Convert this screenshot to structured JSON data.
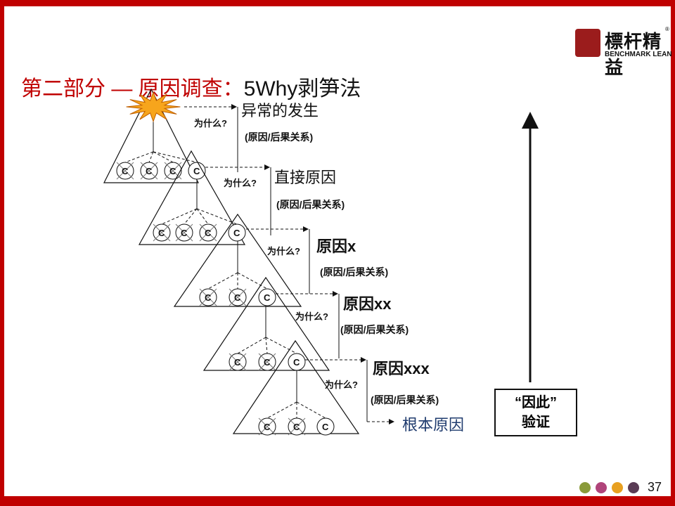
{
  "title": {
    "red": "第二部分 — 原因调查：",
    "black": "5Why剥笋法"
  },
  "logo": {
    "cn": "標杆精益",
    "en": "BENCHMARK LEAN",
    "reg": "®"
  },
  "why_label": "为什么?",
  "cause_letter": "C",
  "levels": [
    {
      "label": "异常的发生",
      "relation": "(原因/后果关系)"
    },
    {
      "label": "直接原因",
      "relation": "(原因/后果关系)"
    },
    {
      "label": "原因x",
      "relation": "(原因/后果关系)"
    },
    {
      "label": "原因xx",
      "relation": "(原因/后果关系)"
    },
    {
      "label": "原因xxx",
      "relation": "(原因/后果关系)"
    }
  ],
  "root_cause": "根本原因",
  "conclusion": {
    "line1": "“因此”",
    "line2": "验证"
  },
  "page_number": "37",
  "colors": {
    "frame": "#c00000",
    "dots": [
      "#8a9a3a",
      "#b0447a",
      "#e8a020",
      "#5a3c55"
    ],
    "root": "#1f3b6e"
  }
}
